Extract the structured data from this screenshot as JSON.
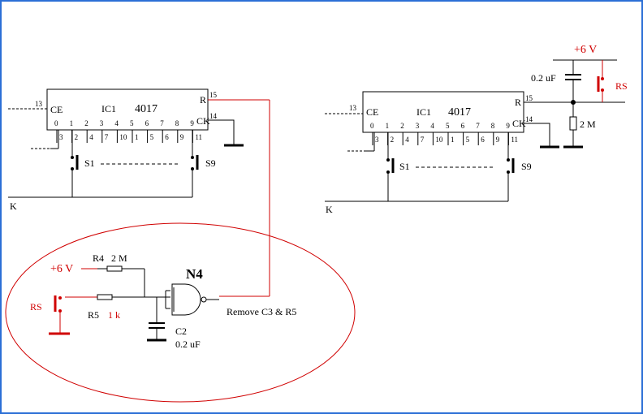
{
  "colors": {
    "border": "#2b6fd6",
    "red": "#d00000",
    "ink": "#000000"
  },
  "left_circuit": {
    "chip_ref": "IC1",
    "chip_part": "4017",
    "pin_ce": "CE",
    "pin_r": "R",
    "pin_ck": "CK",
    "pin13": "13",
    "pin15": "15",
    "pin14": "14",
    "outputs": [
      "0",
      "1",
      "2",
      "3",
      "4",
      "5",
      "6",
      "7",
      "8",
      "9"
    ],
    "pins": [
      "3",
      "2",
      "4",
      "7",
      "10",
      "1",
      "5",
      "6",
      "9",
      "11"
    ],
    "switch_first": "S1",
    "switch_last": "S9",
    "clock_label": "K"
  },
  "right_circuit": {
    "chip_ref": "IC1",
    "chip_part": "4017",
    "pin_ce": "CE",
    "pin_r": "R",
    "pin_ck": "CK",
    "pin13": "13",
    "pin15": "15",
    "pin14": "14",
    "outputs": [
      "0",
      "1",
      "2",
      "3",
      "4",
      "5",
      "6",
      "7",
      "8",
      "9"
    ],
    "pins": [
      "3",
      "2",
      "4",
      "7",
      "10",
      "1",
      "5",
      "6",
      "9",
      "11"
    ],
    "switch_first": "S1",
    "switch_last": "S9",
    "clock_label": "K",
    "supply": "+6 V",
    "cap": "0.2 uF",
    "reset_switch": "RS",
    "resistor": "2 M"
  },
  "old_circuit": {
    "supply": "+6 V",
    "r4_ref": "R4",
    "r4_val": "2 M",
    "r5_ref": "R5",
    "r5_val": "1 k",
    "reset_switch": "RS",
    "gate": "N4",
    "c2_ref": "C2",
    "c2_val": "0.2 uF",
    "note": "Remove C3 & R5"
  }
}
